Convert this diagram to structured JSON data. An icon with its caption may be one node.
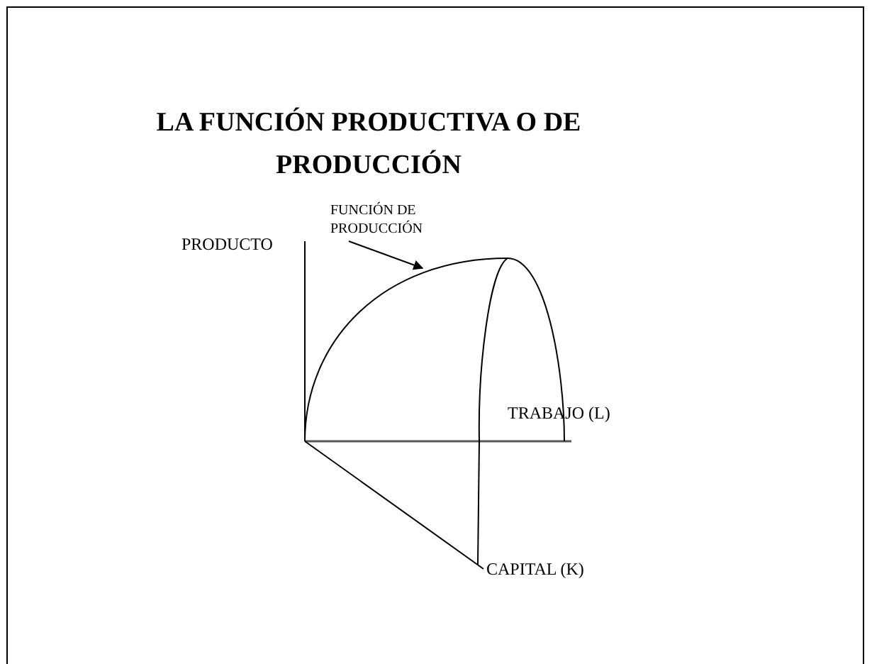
{
  "diagram": {
    "title": "LA FUNCIÓN PRODUCTIVA O DE PRODUCCIÓN",
    "nodes": [
      {
        "text": [
          "FUNCIÓN DE PRODUCCIÓN"
        ]
      },
      {
        "text": [],
        "shape": "curve"
      }
    ],
    "edges": [
      {
        "from": 0,
        "to": 1,
        "arrow": "to"
      }
    ],
    "labels": [
      "PRODUCTO",
      "TRABAJO (L)",
      "CAPITAL (K)"
    ]
  }
}
